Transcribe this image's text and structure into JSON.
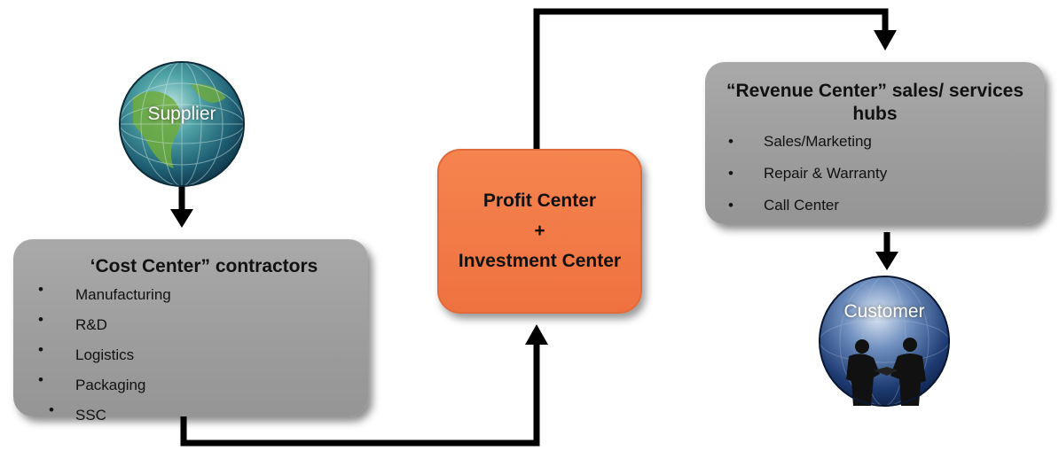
{
  "supplier": {
    "label": "Supplier"
  },
  "cost_center": {
    "title": "‘Cost Center” contractors",
    "items": [
      "Manufacturing",
      "R&D",
      "Logistics",
      "Packaging",
      "SSC"
    ]
  },
  "profit_center": {
    "line1": "Profit Center",
    "line2": "+",
    "line3": "Investment Center"
  },
  "revenue_center": {
    "title": "“Revenue Center” sales/ services hubs",
    "items": [
      "Sales/Marketing",
      "Repair & Warranty",
      "Call Center"
    ]
  },
  "customer": {
    "label": "Customer"
  },
  "colors": {
    "box_gray": "#a3a3a3",
    "profit_orange": "#f27a46",
    "arrow": "#000000",
    "globe_teal": "#2e7f8c",
    "globe_navy": "#1b3866"
  },
  "icons": {
    "supplier_globe": "globe-icon",
    "customer_globe": "handshake-globe-icon",
    "bullet": "bullet-dot"
  }
}
